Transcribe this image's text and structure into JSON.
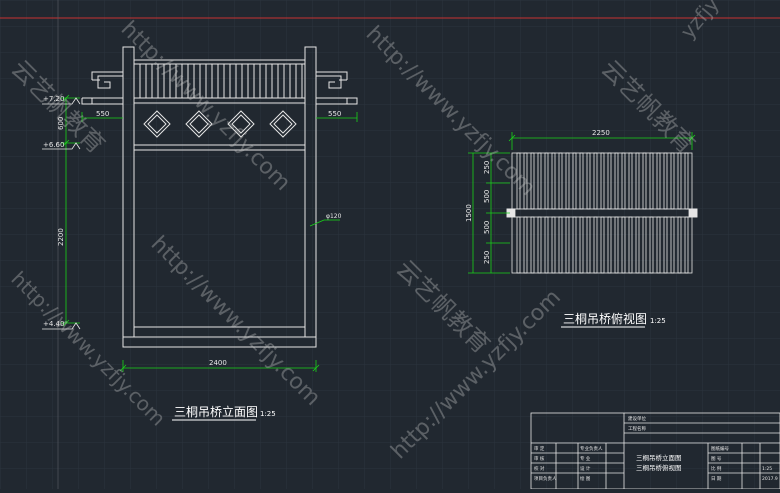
{
  "colors": {
    "background": "#212830",
    "grid": "#2c343e",
    "line": "#e6e6e6",
    "dimension": "#19d219",
    "dimension_text": "#e6e6e6",
    "title_text": "#ffffff",
    "watermark": "#c8c8c8",
    "red_border": "#c83232"
  },
  "elevation": {
    "level_top": "+7.20",
    "level_mid": "+6.60",
    "level_bottom": "+4.40",
    "dim_left_arm": "550",
    "dim_right_arm": "550",
    "dim_600": "600",
    "dim_2200": "2200",
    "dim_total_width": "2400",
    "pipe_label": "φ120",
    "title": "三桐吊桥立面图",
    "scale": "1:25"
  },
  "plan": {
    "dim_width": "2250",
    "dim_total_height": "1500",
    "dim_250_top": "250",
    "dim_500_top": "500",
    "dim_500_bottom": "500",
    "dim_250_bottom": "250",
    "title": "三桐吊桥俯视图",
    "scale": "1:25"
  },
  "title_block": {
    "drawing_name_line1": "三桐吊桥立面图",
    "drawing_name_line2": "三桐吊桥俯视图",
    "row1_label": "建设单位",
    "row2_label": "工程名称",
    "left_col_1": "审 定",
    "left_col_2": "审 核",
    "left_col_3": "校 对",
    "left_col_4": "项目负责人",
    "mid_col_1": "专业负责人",
    "mid_col_2": "专 业",
    "mid_col_3": "设 计",
    "mid_col_4": "绘 图",
    "right_col_1": "图纸编号",
    "right_col_2": "图 号",
    "right_col_3": "比 例",
    "right_col_4": "日 期",
    "value_scale": "1:25",
    "value_date": "2017.9"
  },
  "watermarks": {
    "url": "http://www.yzfjy.com",
    "brand": "云艺帆教育",
    "corner": "yzfjy"
  }
}
